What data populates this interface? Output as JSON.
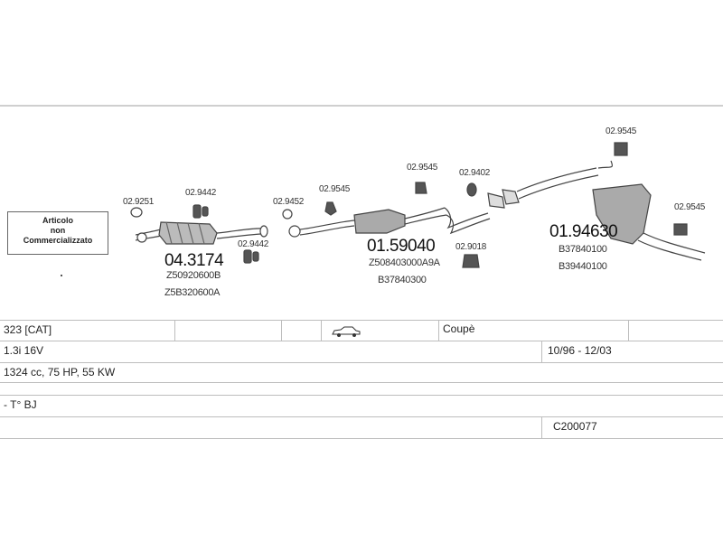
{
  "parts": {
    "p02_9251": "02.9251",
    "p02_9442_a": "02.9442",
    "p02_9442_b": "02.9442",
    "p02_9452": "02.9452",
    "p02_9545_a": "02.9545",
    "p02_9545_b": "02.9545",
    "p02_9402": "02.9402",
    "p02_9545_c": "02.9545",
    "p02_9545_d": "02.9545",
    "p02_9018": "02.9018",
    "main_04_3174": "04.3174",
    "main_01_59040": "01.59040",
    "main_01_94630": "01.94630",
    "code_z50920600b": "Z50920600B",
    "code_z5b320600a": "Z5B320600A",
    "code_z508403": "Z508403000A9A",
    "code_b37840300": "B37840300",
    "code_b37840100": "B37840100",
    "code_b39440100": "B39440100"
  },
  "notice": {
    "line1": "Articolo",
    "line2": "non",
    "line3": "Commercializzato"
  },
  "vehicle": {
    "model": "323  [CAT]",
    "body": "Coupè",
    "engine": "1.3i 16V",
    "years": "10/96 - 12/03",
    "specs": "1324 cc, 75 HP, 55 KW",
    "note": "- T° BJ",
    "ref": "C200077",
    "car_icon": "car-icon"
  }
}
